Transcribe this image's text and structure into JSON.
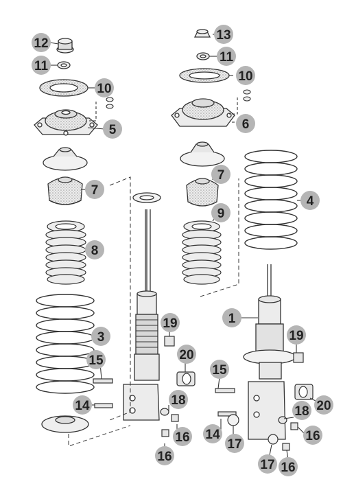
{
  "diagram": {
    "callouts": [
      {
        "id": "c12a",
        "label": "12"
      },
      {
        "id": "c11a",
        "label": "11"
      },
      {
        "id": "c10a",
        "label": "10"
      },
      {
        "id": "c5",
        "label": "5"
      },
      {
        "id": "c7a",
        "label": "7"
      },
      {
        "id": "c8",
        "label": "8"
      },
      {
        "id": "c3",
        "label": "3"
      },
      {
        "id": "c15a",
        "label": "15"
      },
      {
        "id": "c14a",
        "label": "14"
      },
      {
        "id": "c19a",
        "label": "19"
      },
      {
        "id": "c20a",
        "label": "20"
      },
      {
        "id": "c18a",
        "label": "18"
      },
      {
        "id": "c16a",
        "label": "16"
      },
      {
        "id": "c16b",
        "label": "16"
      },
      {
        "id": "c13",
        "label": "13"
      },
      {
        "id": "c11b",
        "label": "11"
      },
      {
        "id": "c10b",
        "label": "10"
      },
      {
        "id": "c6",
        "label": "6"
      },
      {
        "id": "c7b",
        "label": "7"
      },
      {
        "id": "c9",
        "label": "9"
      },
      {
        "id": "c4",
        "label": "4"
      },
      {
        "id": "c1",
        "label": "1"
      },
      {
        "id": "c19b",
        "label": "19"
      },
      {
        "id": "c15b",
        "label": "15"
      },
      {
        "id": "c20b",
        "label": "20"
      },
      {
        "id": "c18b",
        "label": "18"
      },
      {
        "id": "c14b",
        "label": "14"
      },
      {
        "id": "c17a",
        "label": "17"
      },
      {
        "id": "c16c",
        "label": "16"
      },
      {
        "id": "c17b",
        "label": "17"
      },
      {
        "id": "c16d",
        "label": "16"
      }
    ]
  },
  "colors": {
    "line": "#333333",
    "badge": "#b5b5b5",
    "part_fill": "#e9e9e9",
    "texture": "#d2d2d2"
  }
}
